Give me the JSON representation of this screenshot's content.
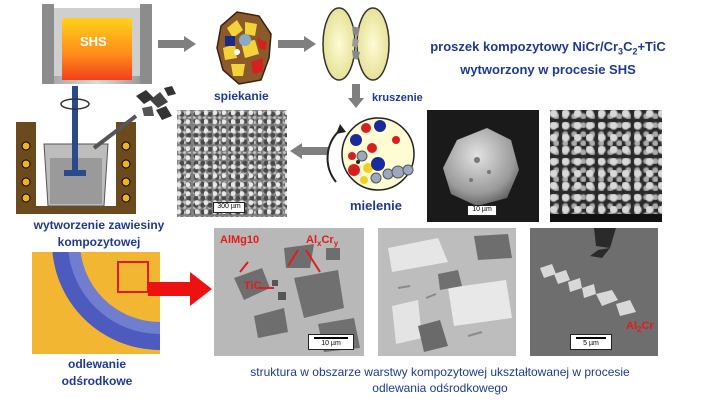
{
  "labels": {
    "shs": "SHS",
    "spiekanie": "spiekanie",
    "kruszenie": "kruszenie",
    "mielenie": "mielenie",
    "title_line1_prefix": "proszek kompozytowy NiCr/Cr",
    "title_sub3": "3",
    "title_c": "C",
    "title_sub2": "2",
    "title_suffix": "+TiC",
    "title_line2": "wytworzony w procesie SHS",
    "zawiesina_line1": "wytworzenie zawiesiny",
    "zawiesina_line2": "kompozytowej",
    "odlewanie_line1": "odlewanie",
    "odlewanie_line2": "odśrodkowe",
    "caption_line1": "struktura w obszarze warstwy kompozytowej ukształtowanej w procesie",
    "caption_line2": "odlewania odśrodkowego"
  },
  "annotations": {
    "almg10": "AlMg10",
    "alxcry_main": "Al",
    "alxcry_x": "x",
    "alxcry_cr": "Cr",
    "alxcry_y": "y",
    "tic": "TiC",
    "al2cr_main": "Al",
    "al2cr_sub": "2",
    "al2cr_cr": "Cr"
  },
  "scalebars": {
    "sem_powder_fine": "300 µm",
    "sem_particle": "10 µm",
    "micro_left": "10 µm",
    "micro_right": "5 µm"
  },
  "colors": {
    "label_blue": "#1f3a93",
    "annotation_red": "#e41b1b",
    "arrow_gray": "#7f7f7f",
    "big_arrow_red": "#ee1111"
  }
}
